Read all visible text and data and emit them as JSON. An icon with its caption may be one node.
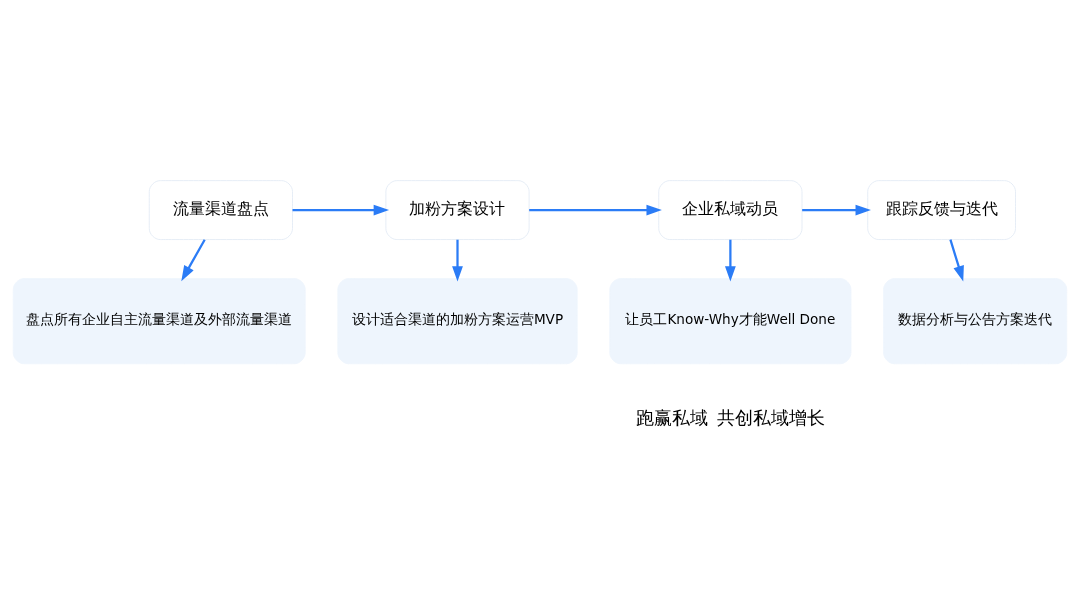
{
  "diagram": {
    "nodes": [
      {
        "text": [
          "流量渠道盘点"
        ]
      },
      {
        "text": [
          "加粉方案设计"
        ]
      },
      {
        "text": [
          "企业私域动员"
        ]
      },
      {
        "text": [
          "跟踪反馈与迭代"
        ]
      },
      {
        "text": [
          "盘点所有企业自主流量渠道及外部流量渠道"
        ]
      },
      {
        "text": [
          "设计适合渠道的加粉方案运营MVP"
        ]
      },
      {
        "text": [
          "让员工Know-Why才能Well Done"
        ]
      },
      {
        "text": [
          "数据分析与公告方案迭代"
        ]
      }
    ],
    "edges": [
      {
        "from": 0,
        "to": 1,
        "arrow": "to"
      },
      {
        "from": 1,
        "to": 2,
        "arrow": "to"
      },
      {
        "from": 2,
        "to": 3,
        "arrow": "to"
      },
      {
        "from": 0,
        "to": 4,
        "arrow": "to"
      },
      {
        "from": 1,
        "to": 5,
        "arrow": "to"
      },
      {
        "from": 2,
        "to": 6,
        "arrow": "to"
      },
      {
        "from": 3,
        "to": 7,
        "arrow": "to"
      }
    ],
    "labels": [
      "跑赢私域  共创私域增长"
    ]
  }
}
